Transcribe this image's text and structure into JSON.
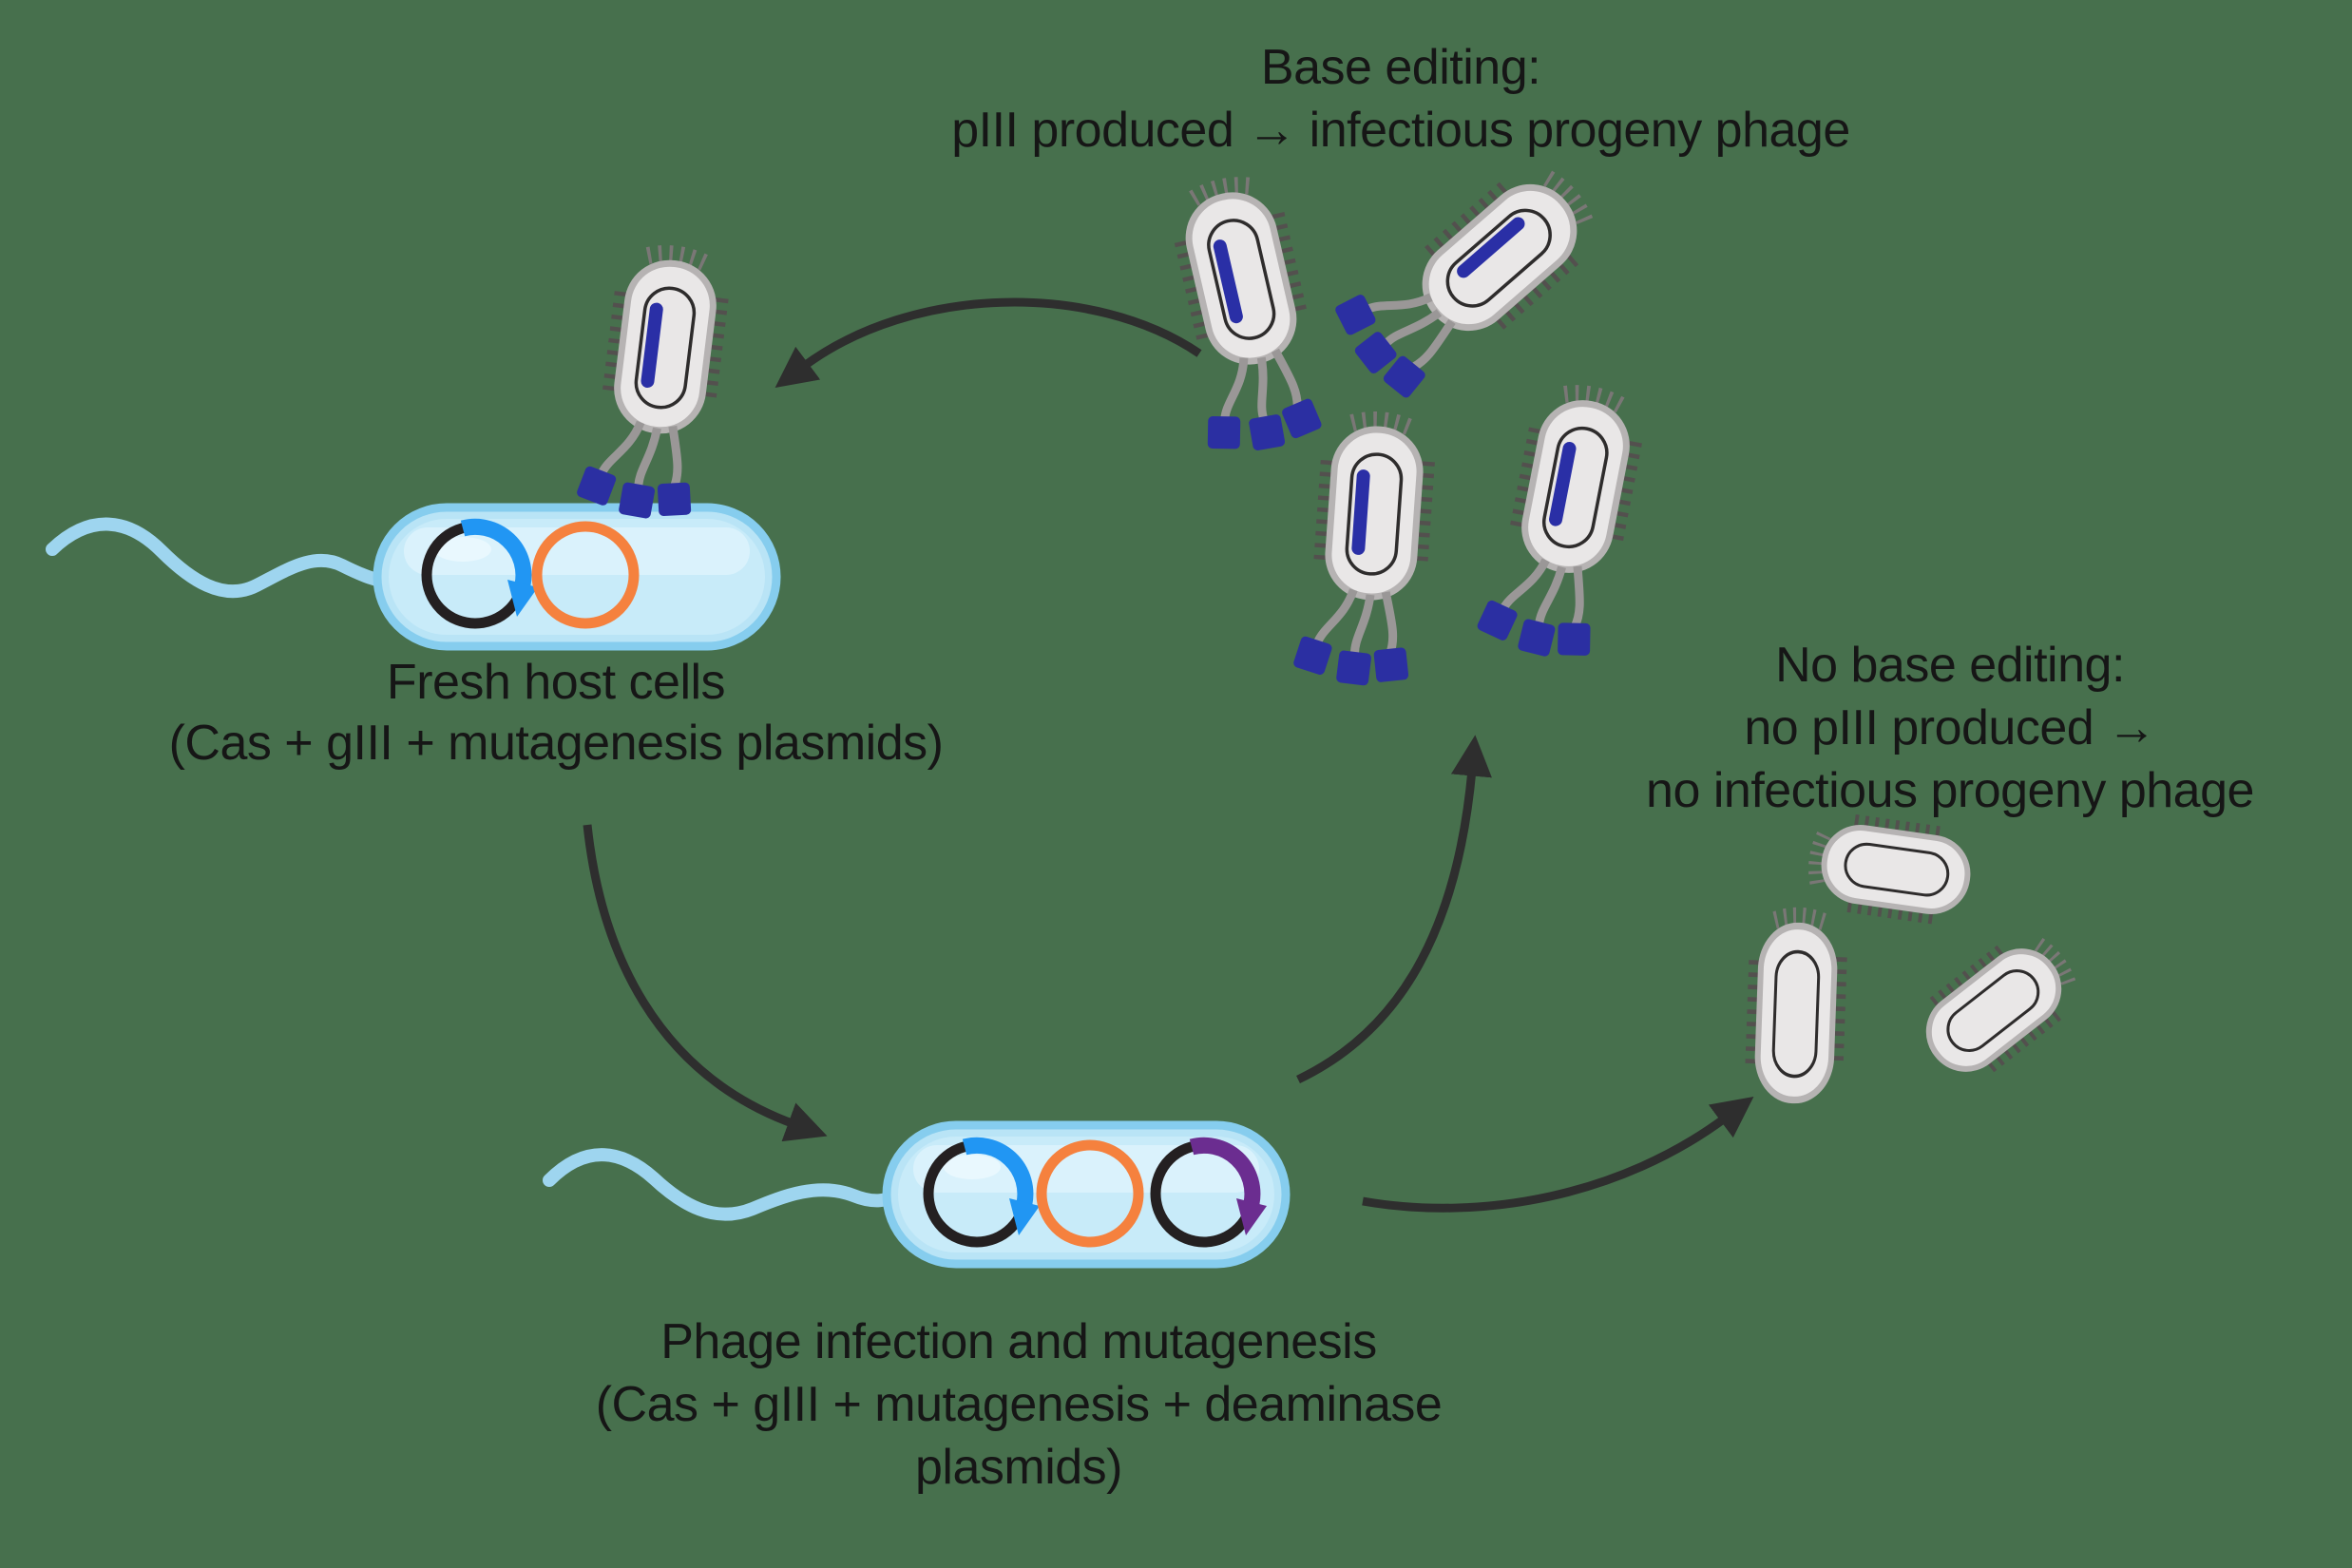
{
  "background": {
    "color": "#47704d"
  },
  "labels": {
    "base_editing": {
      "line1": "Base editing:",
      "line2_left": "pIII produced",
      "line2_arrow": "→",
      "line2_right": "infectious progeny phage"
    },
    "fresh_host_cells": {
      "line1": "Fresh host cells",
      "line2": "(Cas + gIII + mutagenesis plasmids)"
    },
    "no_base_editing": {
      "line1": "No base editing:",
      "line2": "no pIII produced →",
      "line3": "no infectious progeny phage"
    },
    "phage_infection": {
      "line1": "Phage infection and mutagenesis",
      "line2": "(Cas + gIII + mutagenesis + deaminase",
      "line3": "plasmids)"
    }
  },
  "figure": {
    "infectious_phage_count": 5,
    "non_infectious_phage_count": 3,
    "host_cell_count": 2,
    "cycle_arrow_count": 4
  },
  "icons": {
    "infectious-phage-icon": "gray M13 phage capsule with side fibers, blue genome line and three tail fibers ending in blue tips",
    "non-infectious-phage-icon": "gray phage capsule with side fibers only (no tails, no genome)",
    "host-cell-icon": "light blue capsule-shaped bacterial cell with wavy flagellum",
    "plasmid-blue-arrow-icon": "black plasmid circle with blue promoter arrow",
    "plasmid-orange-icon": "orange plasmid circle",
    "plasmid-purple-arrow-icon": "black plasmid circle with purple promoter arrow",
    "cycle-arrow": "curved dark arrow of the selection cycle"
  },
  "colors": {
    "background": "#47704d",
    "text": "#161616",
    "cell_fill": "#c8ebf9",
    "cell_border": "#86cdee",
    "cell_highlight": "#daf2fc",
    "flagellum": "#9ed5ef",
    "phage_body": "#e9e7e7",
    "phage_border": "#b6b3b3",
    "phage_bristles": "#53504e",
    "phage_inner_loop": "#2e2c2c",
    "phage_genome_blue": "#2a2fa6",
    "phage_foot_blue": "#2b2fa2",
    "tail_fiber_gray": "#9a9797",
    "plasmid_black": "#242021",
    "plasmid_orange": "#f5813e",
    "promoter_blue": "#2196f3",
    "promoter_purple": "#6b2d90",
    "cycle_arrow": "#2e2e2e"
  }
}
